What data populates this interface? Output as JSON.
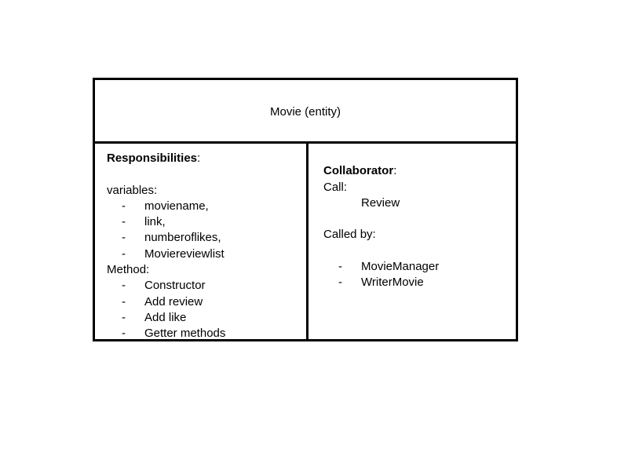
{
  "card": {
    "title": "Movie (entity)",
    "responsibilities": {
      "heading": "Responsibilities",
      "heading_suffix": ":",
      "variables_label": "variables:",
      "variables": [
        "moviename,",
        "link,",
        "numberoflikes,",
        "Moviereviewlist"
      ],
      "method_label": "Method:",
      "methods": [
        "Constructor",
        "Add review",
        "Add like",
        "Getter methods"
      ]
    },
    "collaborators": {
      "heading": "Collaborator",
      "heading_suffix": ":",
      "call_label": "Call:",
      "call_items": [
        "Review"
      ],
      "called_by_label": "Called by:",
      "called_by_items": [
        "MovieManager",
        "WriterMovie"
      ]
    },
    "bullet": "-"
  }
}
